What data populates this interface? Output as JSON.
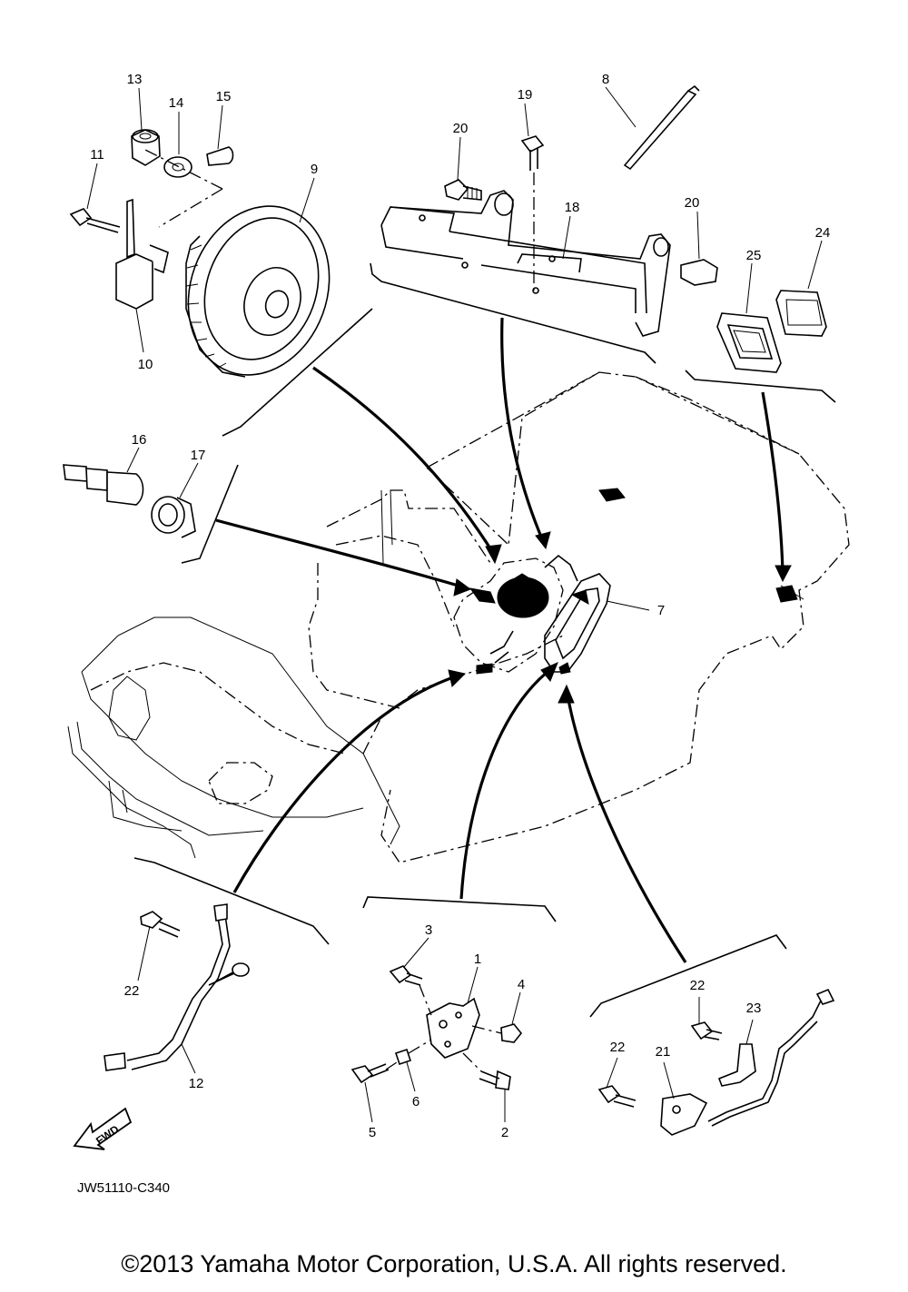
{
  "callouts": [
    {
      "id": "13",
      "text": "13"
    },
    {
      "id": "14",
      "text": "14"
    },
    {
      "id": "15",
      "text": "15"
    },
    {
      "id": "11",
      "text": "11"
    },
    {
      "id": "9",
      "text": "9"
    },
    {
      "id": "10",
      "text": "10"
    },
    {
      "id": "19",
      "text": "19"
    },
    {
      "id": "8",
      "text": "8"
    },
    {
      "id": "20a",
      "text": "20"
    },
    {
      "id": "18",
      "text": "18"
    },
    {
      "id": "20b",
      "text": "20"
    },
    {
      "id": "24",
      "text": "24"
    },
    {
      "id": "25",
      "text": "25"
    },
    {
      "id": "16",
      "text": "16"
    },
    {
      "id": "17",
      "text": "17"
    },
    {
      "id": "7",
      "text": "7"
    },
    {
      "id": "3",
      "text": "3"
    },
    {
      "id": "1",
      "text": "1"
    },
    {
      "id": "4",
      "text": "4"
    },
    {
      "id": "6",
      "text": "6"
    },
    {
      "id": "5",
      "text": "5"
    },
    {
      "id": "2",
      "text": "2"
    },
    {
      "id": "22a",
      "text": "22"
    },
    {
      "id": "12",
      "text": "12"
    },
    {
      "id": "22b",
      "text": "22"
    },
    {
      "id": "23",
      "text": "23"
    },
    {
      "id": "22c",
      "text": "22"
    },
    {
      "id": "21",
      "text": "21"
    }
  ],
  "fwd_label": "FWD",
  "diagram_code": "JW51110-C340",
  "copyright": "©2013 Yamaha Motor Corporation, U.S.A. All rights reserved."
}
